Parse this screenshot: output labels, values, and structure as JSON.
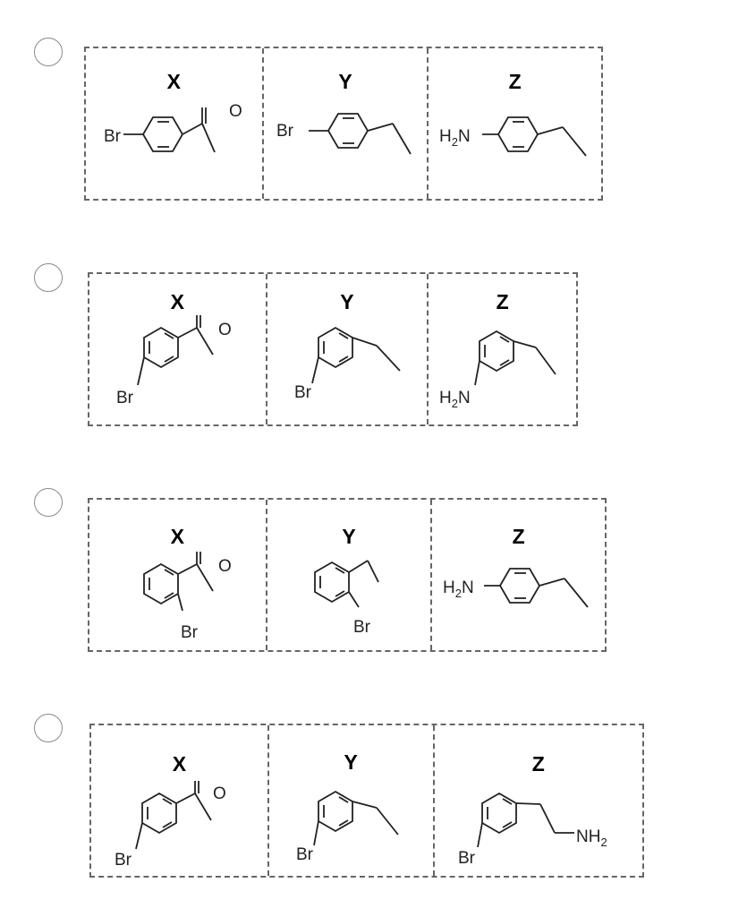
{
  "labels": {
    "x": "X",
    "y": "Y",
    "z": "Z"
  },
  "atoms": {
    "br": "Br",
    "o": "O",
    "h": "H",
    "sub2": "2",
    "n": "N",
    "nh": "NH"
  },
  "icons": {
    "radio": "radio-circle-icon"
  }
}
